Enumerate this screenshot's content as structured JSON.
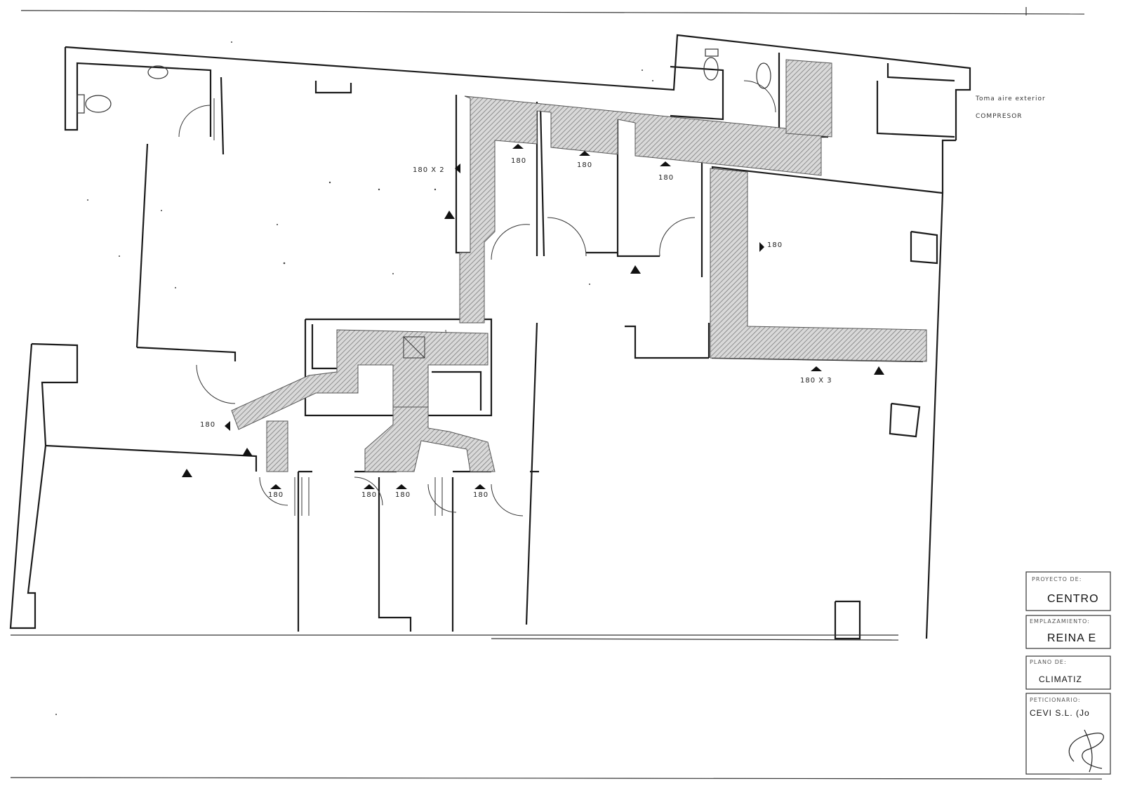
{
  "outlet_labels": {
    "o1": "180 X 2",
    "o2": "180",
    "o3": "180",
    "o4": "180",
    "o5": "180",
    "o6": "180 X 3",
    "o7": "180",
    "o8": "180",
    "o9": "180",
    "o10": "180",
    "o11": "180"
  },
  "notes": {
    "outside_air": "Toma aire exterior",
    "compressor": "COMPRESOR"
  },
  "title_block": {
    "project_label": "PROYECTO DE:",
    "project_value": "CENTRO",
    "location_label": "EMPLAZAMIENTO:",
    "location_value": "REINA E",
    "plan_label": "PLANO DE:",
    "plan_value": "CLIMATIZ",
    "owner_label": "PETICIONARIO:",
    "owner_value": "CEVI S.L. (Jo"
  },
  "colors": {
    "line": "#1b1b1b",
    "duct_hatch": "#8a8a8a"
  }
}
